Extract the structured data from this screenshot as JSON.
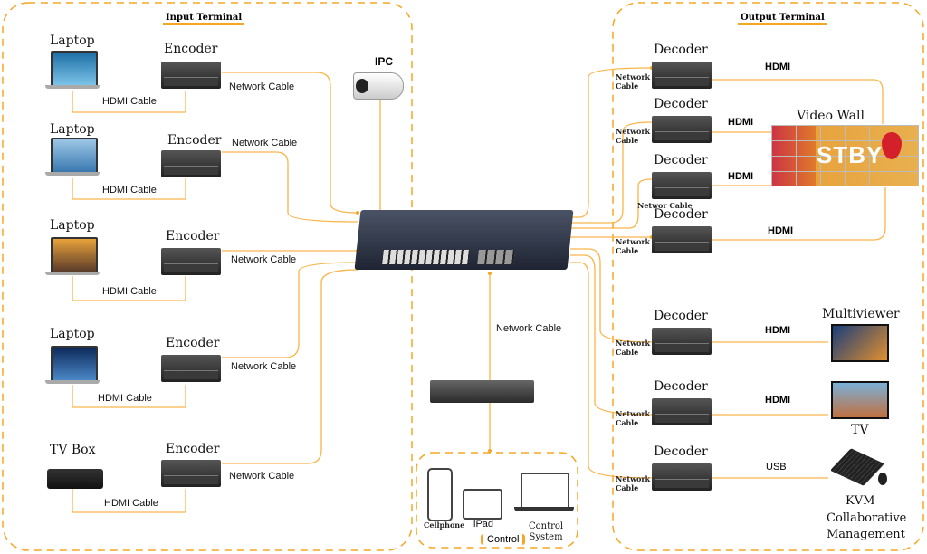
{
  "input_terminal": {
    "title": "Input Terminal",
    "sources": [
      {
        "device": "Laptop",
        "encoder": "Encoder",
        "hdmi": "HDMI Cable",
        "network": "Network Cable"
      },
      {
        "device": "Laptop",
        "encoder": "Encoder",
        "hdmi": "HDMI Cable",
        "network": "Network Cable"
      },
      {
        "device": "Laptop",
        "encoder": "Encoder",
        "hdmi": "HDMI Cable",
        "network": "Network Cable"
      },
      {
        "device": "Laptop",
        "encoder": "Encoder",
        "hdmi": "HDMI Cable",
        "network": "Network Cable"
      },
      {
        "device": "TV Box",
        "encoder": "Encoder",
        "hdmi": "HDMI Cable",
        "network": "Network Cable"
      }
    ],
    "ipc": "IPC"
  },
  "center": {
    "network_cable": "Network Cable"
  },
  "control": {
    "title": "Control",
    "cellphone": "Cellphone",
    "ipad": "iPad",
    "system_line1": "Control",
    "system_line2": "System"
  },
  "output_terminal": {
    "title": "Output Terminal",
    "decoders": [
      {
        "label": "Decoder",
        "net1": "Network",
        "net2": "Cable",
        "link": "HDMI"
      },
      {
        "label": "Decoder",
        "net1": "Network",
        "net2": "Cable",
        "link": "HDMI"
      },
      {
        "label": "Decoder",
        "net1": "Networ Cable",
        "net2": "",
        "link": "HDMI"
      },
      {
        "label": "Decoder",
        "net1": "Network",
        "net2": "Cable",
        "link": "HDMI"
      },
      {
        "label": "Decoder",
        "net1": "Network",
        "net2": "Cable",
        "link": "HDMI"
      },
      {
        "label": "Decoder",
        "net1": "Network",
        "net2": "Cable",
        "link": "HDMI"
      },
      {
        "label": "Decoder",
        "net1": "Network",
        "net2": "Cable",
        "link": "USB"
      }
    ],
    "video_wall": "Video Wall",
    "video_wall_text": "STBY",
    "multiviewer": "Multiviewer",
    "tv": "TV",
    "kvm": [
      "KVM",
      "Collaborative",
      "Management"
    ]
  },
  "colors": {
    "accent": "#f5a623",
    "device": "#2a2a2a"
  }
}
